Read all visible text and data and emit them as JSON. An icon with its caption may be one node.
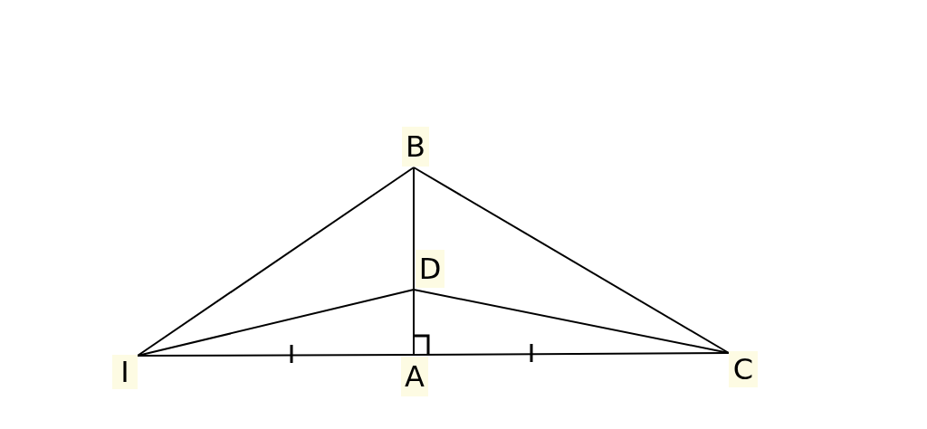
{
  "diagram": {
    "nodes": [
      {
        "text": [
          "B"
        ]
      },
      {
        "text": [
          "D"
        ]
      },
      {
        "text": [
          "I"
        ]
      },
      {
        "text": [
          "A"
        ]
      },
      {
        "text": [
          "C"
        ]
      }
    ],
    "edges": [
      {
        "from": 0,
        "to": 2,
        "arrow": "none"
      },
      {
        "from": 0,
        "to": 4,
        "arrow": "none"
      },
      {
        "from": 0,
        "to": 1,
        "arrow": "none"
      },
      {
        "from": 1,
        "to": 3,
        "arrow": "none"
      },
      {
        "from": 2,
        "to": 1,
        "arrow": "none"
      },
      {
        "from": 1,
        "to": 4,
        "arrow": "none"
      },
      {
        "from": 2,
        "to": 3,
        "arrow": "none"
      },
      {
        "from": 3,
        "to": 4,
        "arrow": "none"
      }
    ]
  }
}
